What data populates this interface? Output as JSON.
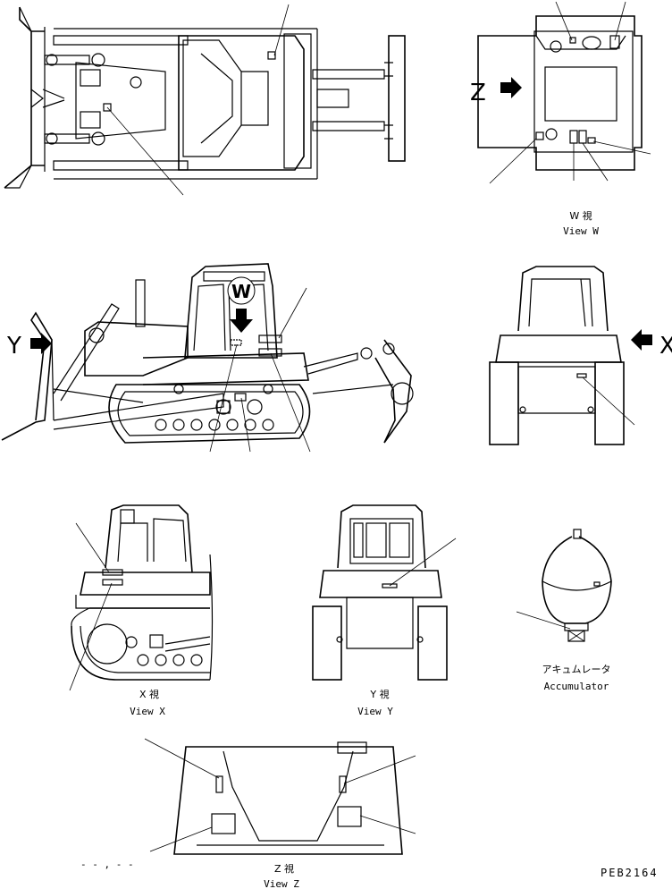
{
  "views": {
    "w": {
      "caption_jp": "W 視",
      "caption_en": "View W"
    },
    "x": {
      "caption_jp": "X 視",
      "caption_en": "View X"
    },
    "y": {
      "caption_jp": "Y 視",
      "caption_en": "View Y"
    },
    "z": {
      "caption_jp": "Z 視",
      "caption_en": "View Z"
    }
  },
  "arrows": {
    "w": "W",
    "x": "X",
    "y": "Y",
    "z": "Z"
  },
  "accumulator": {
    "label_jp": "アキュムレータ",
    "label_en": "Accumulator"
  },
  "drawing_code": "PEB2164",
  "footnote": "- - , - -"
}
